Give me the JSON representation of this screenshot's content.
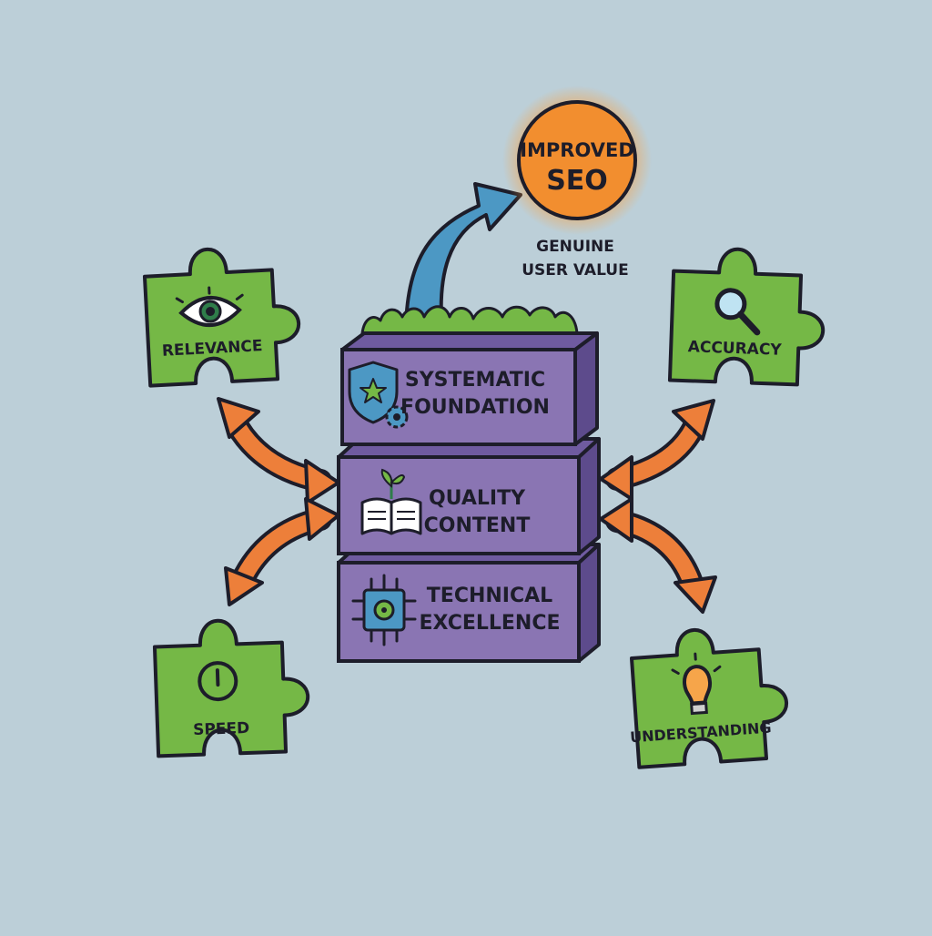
{
  "outcome": {
    "line1": "IMPROVED",
    "line2": "SEO",
    "caption_line1": "GENUINE",
    "caption_line2": "USER VALUE"
  },
  "layers": [
    {
      "line1": "SYSTEMATIC",
      "line2": "FOUNDATION",
      "icon": "shield-star-gear-icon"
    },
    {
      "line1": "QUALITY",
      "line2": "CONTENT",
      "icon": "open-book-sprout-icon"
    },
    {
      "line1": "TECHNICAL",
      "line2": "EXCELLENCE",
      "icon": "circuit-chip-gear-icon"
    }
  ],
  "pieces": [
    {
      "label": "RELEVANCE",
      "icon": "eye-icon"
    },
    {
      "label": "ACCURACY",
      "icon": "magnifier-icon"
    },
    {
      "label": "SPEED",
      "icon": "clock-icon"
    },
    {
      "label": "UNDERSTANDING",
      "icon": "lightbulb-icon"
    }
  ],
  "colors": {
    "background": "#bccfd8",
    "block_front": "#8a75b3",
    "block_side": "#5d4b8c",
    "block_top": "#6f5ba0",
    "puzzle_green": "#75b846",
    "arrow_orange": "#ed7f3a",
    "growth_arrow_blue": "#4c98c4",
    "badge_orange": "#f28e2f"
  }
}
